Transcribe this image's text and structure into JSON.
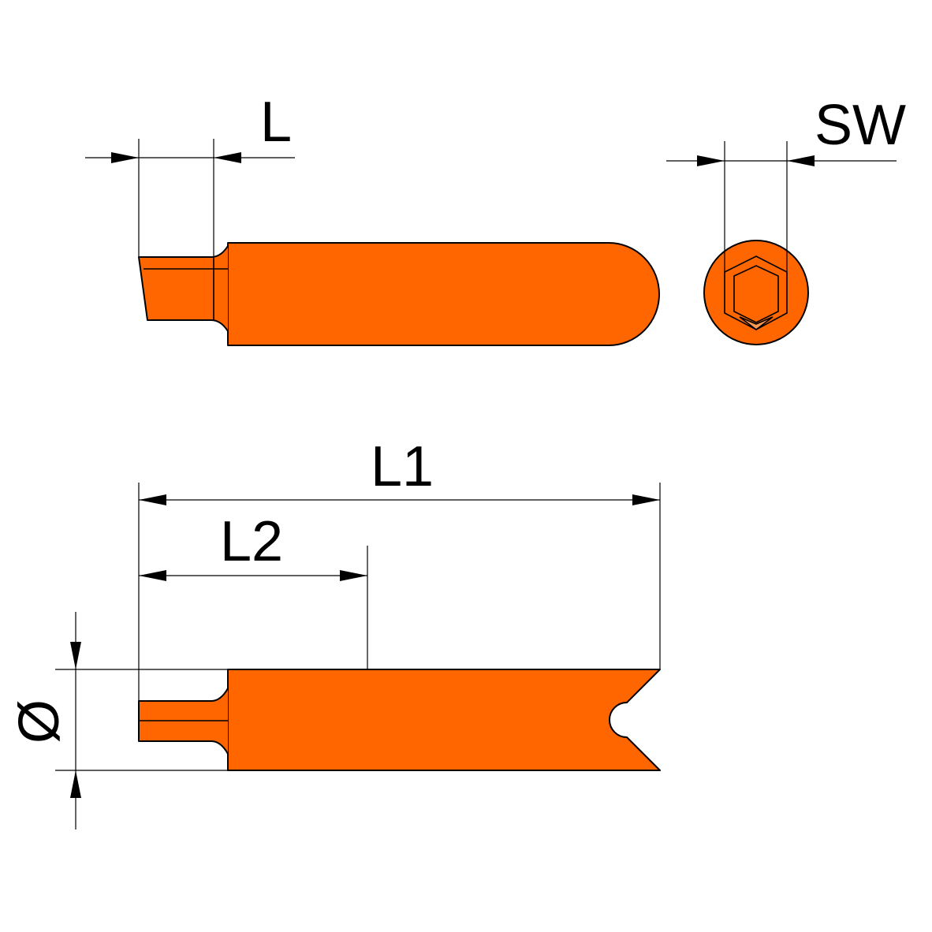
{
  "labels": {
    "l": "L",
    "sw": "SW",
    "l1": "L1",
    "l2": "L2",
    "diameter": "Ø"
  },
  "colors": {
    "part_fill": "#FF6600",
    "line": "#000000",
    "background": "#FFFFFF"
  }
}
